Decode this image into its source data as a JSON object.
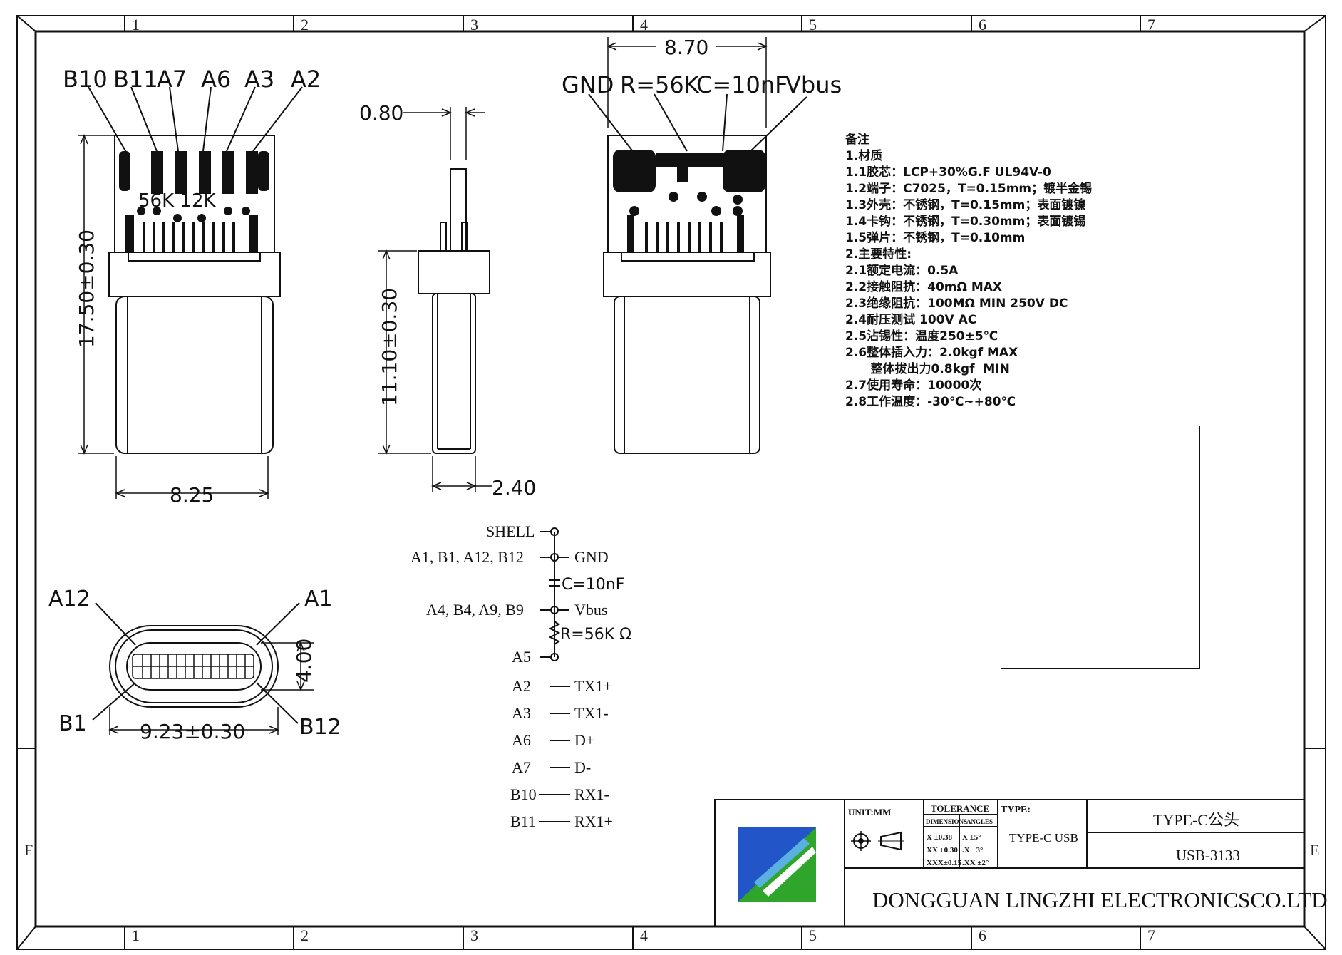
{
  "border": {
    "columns_top": [
      "1",
      "2",
      "3",
      "4",
      "5",
      "6",
      "7"
    ],
    "columns_bottom": [
      "1",
      "2",
      "3",
      "4",
      "5",
      "6",
      "7"
    ],
    "row_left": "F",
    "row_right": "E"
  },
  "top_view": {
    "pin_labels": [
      "B10",
      "B11",
      "A7",
      "A6",
      "A3",
      "A2"
    ],
    "pcb_text": "56K 12K",
    "dim_height": "17.50±0.30",
    "dim_width": "8.25"
  },
  "side_view": {
    "dim_thickness": "0.80",
    "dim_height": "11.10±0.30",
    "dim_width": "2.40"
  },
  "bottom_view": {
    "dim_width": "8.70",
    "labels": [
      "GND",
      "R=56K",
      "C=10nF",
      "Vbus"
    ]
  },
  "front_view": {
    "labels": {
      "a12": "A12",
      "a1": "A1",
      "b1": "B1",
      "b12": "B12"
    },
    "dim_height": "4.00",
    "dim_width": "9.23±0.30"
  },
  "notes": [
    "备注",
    "1.材质",
    "1.1胶芯：LCP+30%G.F  UL94V-0",
    "1.2端子：C7025，T=0.15mm；镀半金锡",
    "1.3外壳：不锈钢，T=0.15mm；表面镀镍",
    "1.4卡钩：不锈钢，T=0.30mm；表面镀锡",
    "1.5弹片：不锈钢，T=0.10mm",
    "2.主要特性:",
    "2.1额定电流：0.5A",
    "2.2接触阻抗：40mΩ  MAX",
    "2.3绝缘阻抗：100MΩ  MIN  250V  DC",
    "2.4耐压测试  100V  AC",
    "2.5沾锡性：温度250±5℃",
    "2.6整体插入力：2.0kgf  MAX",
    "      整体拔出力0.8kgf  MIN",
    "2.7使用寿命：10000次",
    "2.8工作温度：-30℃~+80℃"
  ],
  "schematic": {
    "shell": "SHELL",
    "gnd_pins": "A1, B1, A12, B12",
    "gnd": "GND",
    "capacitor": "C=10nF",
    "vbus_pins": "A4, B4, A9, B9",
    "vbus": "Vbus",
    "resistor": "R=56K Ω",
    "a5": "A5",
    "signals": [
      {
        "pin": "A2",
        "name": "TX1+"
      },
      {
        "pin": "A3",
        "name": "TX1-"
      },
      {
        "pin": "A6",
        "name": "D+"
      },
      {
        "pin": "A7",
        "name": "D-"
      },
      {
        "pin": "B10",
        "name": "RX1-"
      },
      {
        "pin": "B11",
        "name": "RX1+"
      }
    ]
  },
  "title_block": {
    "unit": "UNIT:MM",
    "tolerance": "TOLERANCE",
    "dimensions": "DIMENSIONS",
    "angles": "ANGLES",
    "dim_tol": [
      "X  ±0.38",
      "XX  ±0.30",
      "XXX±0.15"
    ],
    "ang_tol": [
      "X   ±5°",
      ".X   ±3°",
      ".XX  ±2°"
    ],
    "type_label": "TYPE:",
    "type_value": "TYPE-C USB",
    "product_name": "TYPE-C公头",
    "part_number": "USB-3133",
    "company": "DONGGUAN LINGZHI ELECTRONICSCO.LTD"
  },
  "colors": {
    "logo_blue": "#2255c8",
    "logo_green": "#2fa52c",
    "logo_light": "#5ab0e0"
  }
}
